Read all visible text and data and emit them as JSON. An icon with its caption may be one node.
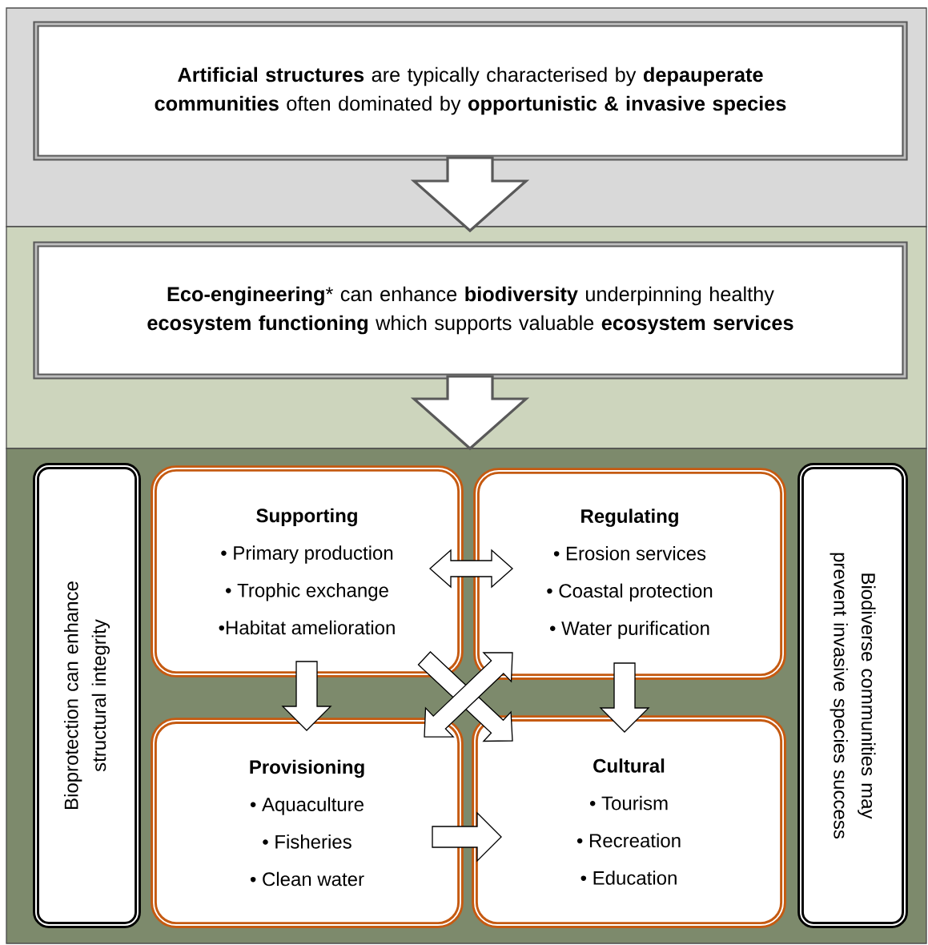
{
  "diagram": {
    "nodes": [
      {
        "text": [
          "**Artificial structures** are typically characterised by **depauperate communities** often dominated by **opportunistic & invasive species**"
        ]
      },
      {
        "text": [
          "**Eco-engineering*** can enhance **biodiversity** underpinning healthy **ecosystem functioning** which supports valuable **ecosystem services**"
        ]
      },
      {
        "text": [
          "Bioprotection can enhance structural integrity"
        ]
      },
      {
        "text": [
          "Supporting",
          "• Primary production",
          "• Trophic exchange",
          "•Habitat amelioration"
        ]
      },
      {
        "text": [
          "Regulating",
          "• Erosion services",
          "• Coastal protection",
          "• Water purification"
        ]
      },
      {
        "text": [
          "Provisioning",
          "• Aquaculture",
          "• Fisheries",
          "• Clean water"
        ]
      },
      {
        "text": [
          "Cultural",
          "• Tourism",
          "• Recreation",
          "• Education"
        ]
      },
      {
        "text": [
          "Biodiverse communities may prevent invasive species success"
        ]
      }
    ],
    "edges": [
      {
        "from": 0,
        "to": 1,
        "arrow": "to",
        "color": "#595959"
      },
      {
        "from": 1,
        "to": null,
        "arrow": "to",
        "color": "#595959"
      },
      {
        "from": 3,
        "to": 4,
        "arrow": "both"
      },
      {
        "from": 3,
        "to": 5,
        "arrow": "to"
      },
      {
        "from": 4,
        "to": 6,
        "arrow": "to"
      },
      {
        "from": 3,
        "to": 6,
        "arrow": "to"
      },
      {
        "from": 5,
        "to": 4,
        "arrow": "both"
      },
      {
        "from": 5,
        "to": 6,
        "arrow": "to"
      }
    ]
  }
}
